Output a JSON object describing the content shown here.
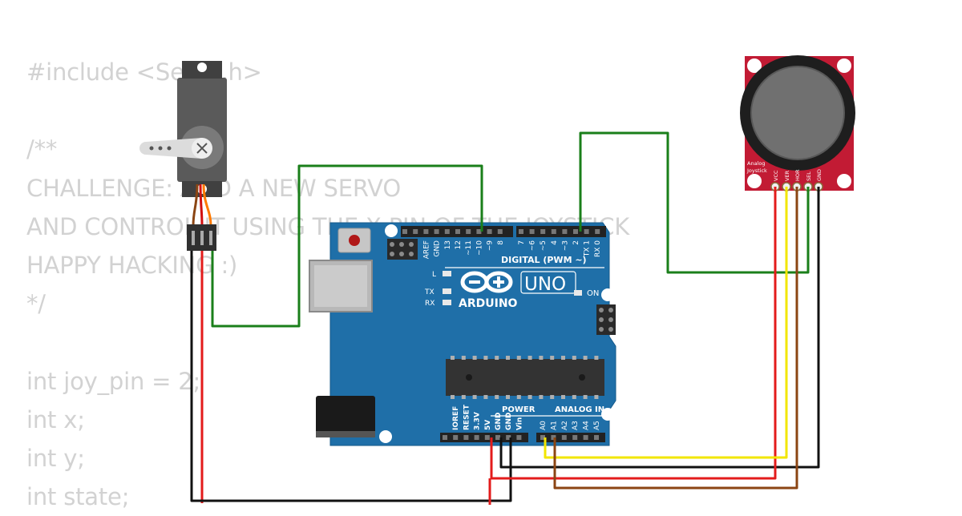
{
  "code_lines": [
    "#include <Servo.h>",
    "",
    "/**",
    "CHALLENGE: ADD A NEW SERVO",
    "AND CONTROL IT USING THE X PIN OF THE JOYSTICK",
    "HAPPY HACKING :)",
    "*/",
    "",
    "int joy_pin = 2;",
    "int x;",
    "int y;",
    "int state;"
  ],
  "board": {
    "logo_text": "ARDUINO",
    "model": "UNO",
    "digital_label": "DIGITAL (PWM ~)",
    "power_label": "POWER",
    "analog_label": "ANALOG IN",
    "on_label": "ON",
    "l_label": "L",
    "tx_label": "TX",
    "rx_label": "RX",
    "digital_pins": [
      "AREF",
      "GND",
      "13",
      "12",
      "~11",
      "~10",
      "~9",
      "8",
      "7",
      "~6",
      "~5",
      "4",
      "~3",
      "2",
      "TX 1",
      "RX 0"
    ],
    "power_pins": [
      "IOREF",
      "RESET",
      "3.3V",
      "5V",
      "GND",
      "GND",
      "Vin"
    ],
    "analog_pins": [
      "A0",
      "A1",
      "A2",
      "A3",
      "A4",
      "A5"
    ]
  },
  "joystick": {
    "label_line1": "Analog",
    "label_line2": "Joystick",
    "pins": [
      "VCC",
      "VER",
      "HOR",
      "SEL",
      "GND"
    ]
  },
  "wire_colors": {
    "signal": "#1a7f1a",
    "power": "#e31b1b",
    "ground": "#111111",
    "vertical": "#f2e600",
    "horizontal": "#8b4513"
  },
  "colors": {
    "board": "#1f6fa8",
    "board_dark": "#17598a",
    "module": "#c21b34",
    "code": "#d2d2d2"
  }
}
